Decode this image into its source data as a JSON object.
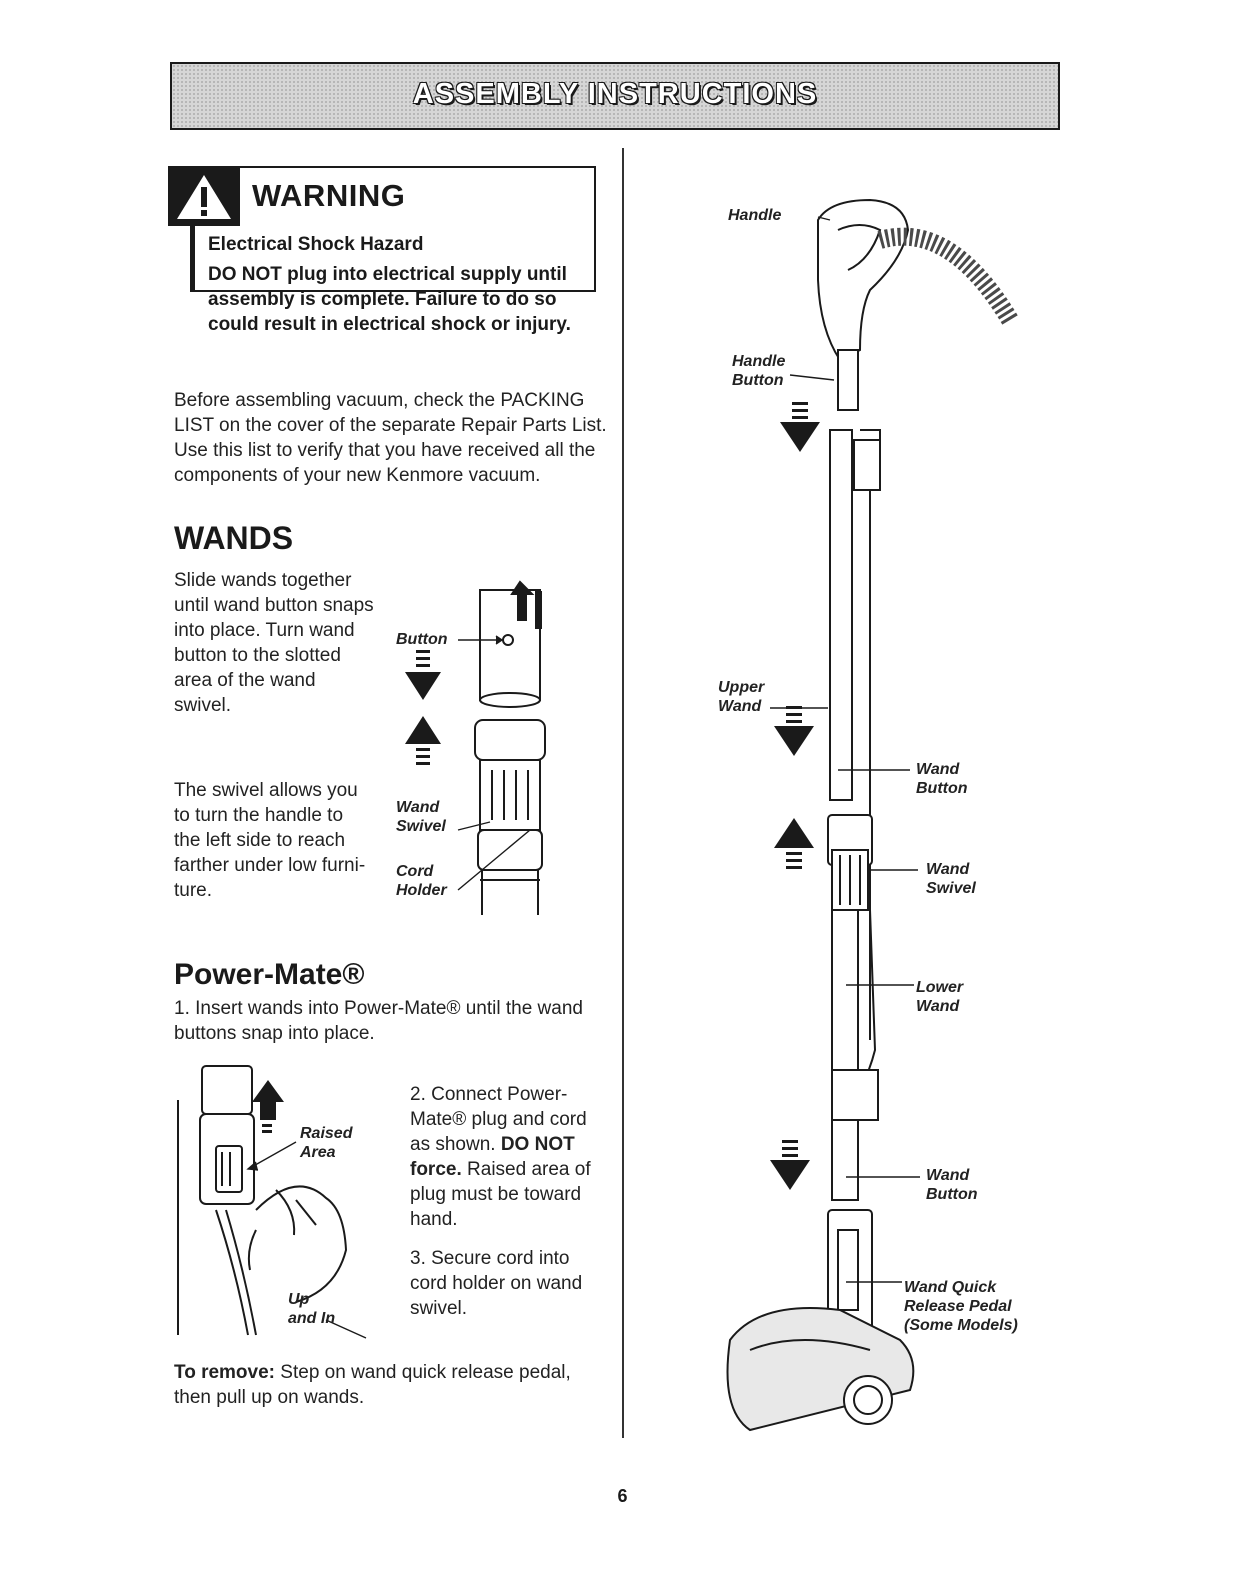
{
  "header": {
    "title": "ASSEMBLY INSTRUCTIONS"
  },
  "warning": {
    "title": "WARNING",
    "subtitle": "Electrical Shock Hazard",
    "body": "DO NOT plug into electrical supply until assembly is complete. Failure to do so could result in electrical shock or injury."
  },
  "intro": "Before assembling vacuum, check the PACKING LIST on the cover of the separate Repair Parts List. Use this list to verify that you have received all the components of your new Kenmore vacuum.",
  "wands": {
    "heading": "WANDS",
    "p1": "Slide wands together until wand button snaps into place. Turn wand button to the slotted area of the wand swivel.",
    "p2": "The swivel allows you to turn the handle to the left side to reach farther under low furni-ture.",
    "labels": {
      "button": "Button",
      "wand_swivel": [
        "Wand",
        "Swivel"
      ],
      "cord_holder": [
        "Cord",
        "Holder"
      ]
    }
  },
  "power_mate": {
    "heading": "Power-Mate®",
    "step1": "1. Insert wands into Power-Mate® until the wand buttons snap into place.",
    "step2_a": "2. Connect Power-Mate® plug and cord as shown.",
    "step2_b": "DO NOT force.",
    "step2_c": "Raised area of plug must be toward hand.",
    "step3": "3. Secure cord into cord holder on wand swivel.",
    "labels": {
      "raised_area": [
        "Raised",
        "Area"
      ],
      "up_and_in": [
        "Up",
        "and In"
      ]
    }
  },
  "remove": {
    "label": "To remove:",
    "text": "Step on wand quick release pedal, then pull up on wands."
  },
  "assembly_diagram": {
    "labels": {
      "handle": "Handle",
      "handle_button": [
        "Handle",
        "Button"
      ],
      "upper_wand": [
        "Upper",
        "Wand"
      ],
      "wand_button_1": [
        "Wand",
        "Button"
      ],
      "wand_swivel": [
        "Wand",
        "Swivel"
      ],
      "lower_wand": [
        "Lower",
        "Wand"
      ],
      "wand_button_2": [
        "Wand",
        "Button"
      ],
      "release_pedal": [
        "Wand Quick",
        "Release Pedal",
        "(Some Models)"
      ]
    }
  },
  "page_number": "6"
}
